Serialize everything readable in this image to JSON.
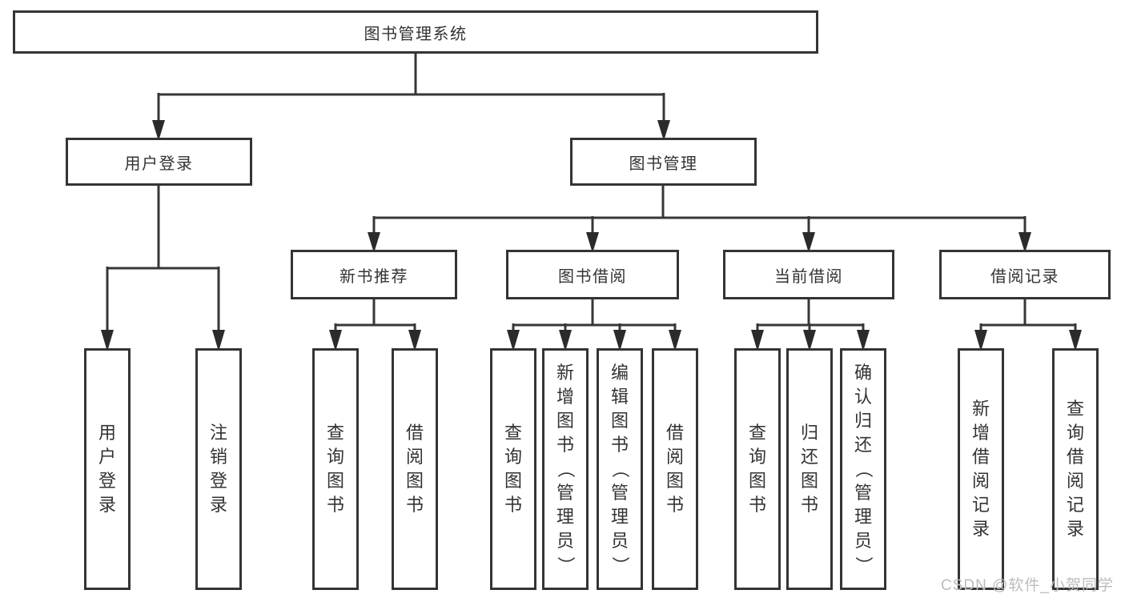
{
  "diagram": {
    "type": "tree",
    "root": {
      "label": "图书管理系统",
      "children": [
        {
          "label": "用户登录",
          "children": [
            {
              "label": "用户登录"
            },
            {
              "label": "注销登录"
            }
          ]
        },
        {
          "label": "图书管理",
          "children": [
            {
              "label": "新书推荐",
              "children": [
                {
                  "label": "查询图书"
                },
                {
                  "label": "借阅图书"
                }
              ]
            },
            {
              "label": "图书借阅",
              "children": [
                {
                  "label": "查询图书"
                },
                {
                  "label": "新增图书（管理员）"
                },
                {
                  "label": "编辑图书（管理员）"
                },
                {
                  "label": "借阅图书"
                }
              ]
            },
            {
              "label": "当前借阅",
              "children": [
                {
                  "label": "查询图书"
                },
                {
                  "label": "归还图书"
                },
                {
                  "label": "确认归还（管理员）"
                }
              ]
            },
            {
              "label": "借阅记录",
              "children": [
                {
                  "label": "新增借阅记录"
                },
                {
                  "label": "查询借阅记录"
                }
              ]
            }
          ]
        }
      ]
    },
    "colors": {
      "line": "#373737",
      "text": "#333333",
      "background": "#ffffff",
      "watermark": "#bcbcbc"
    }
  },
  "watermark": {
    "text": "CSDN @软件_小贺同学"
  }
}
